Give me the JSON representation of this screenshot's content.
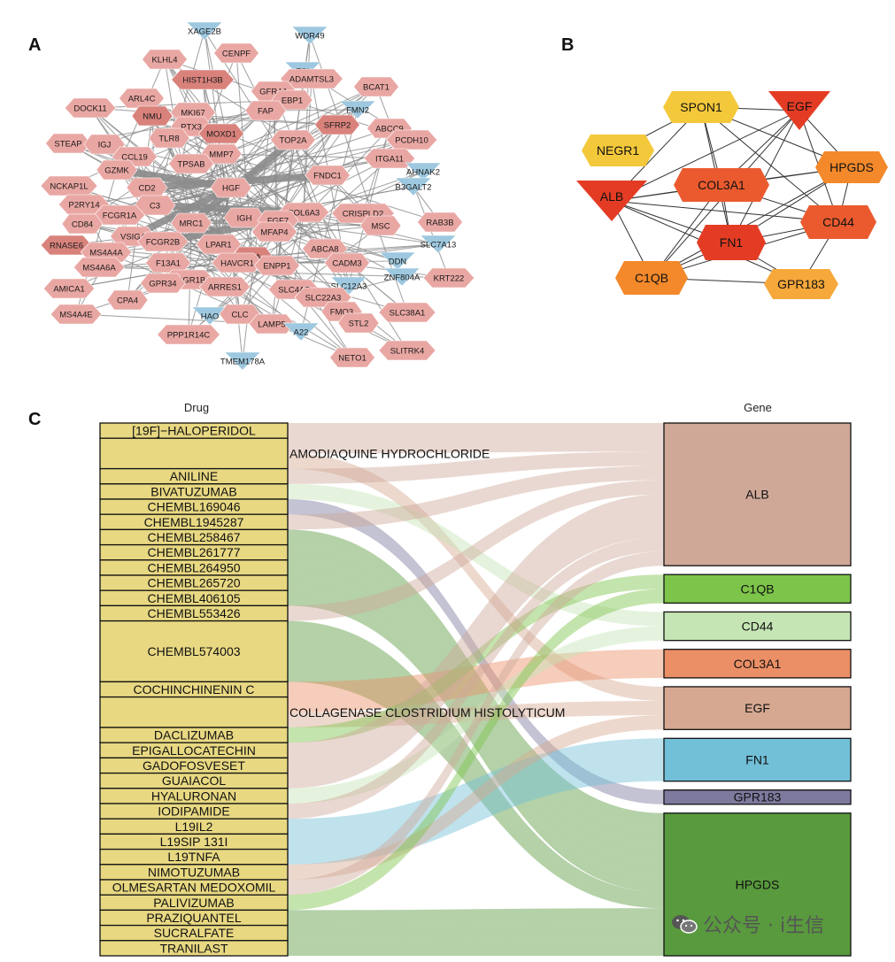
{
  "panel_labels": {
    "a": "A",
    "b": "B",
    "c": "C"
  },
  "watermark": "公众号 · i生信",
  "colors": {
    "hub_red": "#e43c24",
    "hub_orange_red": "#eb5a2e",
    "hub_orange": "#f3892a",
    "hub_light_orange": "#f6a83a",
    "hub_yellow": "#f4c83b",
    "node_pink": "#e9a7a3",
    "node_dark_pink": "#d9827c",
    "node_blue": "#9ec8df",
    "drug_box": "#e8d882",
    "edge_gray": "#8a8a8a"
  },
  "network_a": {
    "nodes": [
      {
        "label": "XAGE2B",
        "type": "blue"
      },
      {
        "label": "WDR49",
        "type": "blue"
      },
      {
        "label": "KLHL4",
        "type": "pink"
      },
      {
        "label": "CENPF",
        "type": "pink"
      },
      {
        "label": "TSI",
        "type": "blue"
      },
      {
        "label": "HIST1H3B",
        "type": "dark"
      },
      {
        "label": "ADAMTSL3",
        "type": "pink"
      },
      {
        "label": "BCAT1",
        "type": "pink"
      },
      {
        "label": "ARL4C",
        "type": "pink"
      },
      {
        "label": "GFRA1",
        "type": "pink"
      },
      {
        "label": "EBP1",
        "type": "pink"
      },
      {
        "label": "DOCK11",
        "type": "pink"
      },
      {
        "label": "NMU",
        "type": "dark"
      },
      {
        "label": "MKI67",
        "type": "pink"
      },
      {
        "label": "FAP",
        "type": "pink"
      },
      {
        "label": "FMN2",
        "type": "blue"
      },
      {
        "label": "PTX3",
        "type": "pink"
      },
      {
        "label": "MOXD1",
        "type": "dark"
      },
      {
        "label": "SFRP2",
        "type": "dark"
      },
      {
        "label": "ABCC9",
        "type": "pink"
      },
      {
        "label": "TLR8",
        "type": "pink"
      },
      {
        "label": "TOP2A",
        "type": "pink"
      },
      {
        "label": "PCDH10",
        "type": "pink"
      },
      {
        "label": "STEAP",
        "type": "pink"
      },
      {
        "label": "IGJ",
        "type": "pink"
      },
      {
        "label": "CCL19",
        "type": "pink"
      },
      {
        "label": "MMP7",
        "type": "pink"
      },
      {
        "label": "ITGA11",
        "type": "pink"
      },
      {
        "label": "GZMK",
        "type": "pink"
      },
      {
        "label": "TPSAB",
        "type": "pink"
      },
      {
        "label": "AHNAK2",
        "type": "blue"
      },
      {
        "label": "NCKAP1L",
        "type": "pink"
      },
      {
        "label": "CD2",
        "type": "pink"
      },
      {
        "label": "HGF",
        "type": "pink"
      },
      {
        "label": "FNDC1",
        "type": "pink"
      },
      {
        "label": "B3GALT2",
        "type": "blue"
      },
      {
        "label": "P2RY14",
        "type": "pink"
      },
      {
        "label": "C3",
        "type": "pink"
      },
      {
        "label": "COL6A3",
        "type": "pink"
      },
      {
        "label": "CRISPLD2",
        "type": "pink"
      },
      {
        "label": "FCGR1A",
        "type": "pink"
      },
      {
        "label": "MRC1",
        "type": "pink"
      },
      {
        "label": "IGH",
        "type": "pink"
      },
      {
        "label": "FGF7",
        "type": "pink"
      },
      {
        "label": "RAB3B",
        "type": "pink"
      },
      {
        "label": "CD84",
        "type": "pink"
      },
      {
        "label": "MSC",
        "type": "pink"
      },
      {
        "label": "RNASE6",
        "type": "dark"
      },
      {
        "label": "VSIG4",
        "type": "pink"
      },
      {
        "label": "FCGR2B",
        "type": "pink"
      },
      {
        "label": "LPAR1",
        "type": "pink"
      },
      {
        "label": "MFAP4",
        "type": "pink"
      },
      {
        "label": "SLC7A13",
        "type": "blue"
      },
      {
        "label": "MS4A4A",
        "type": "pink"
      },
      {
        "label": "FGA",
        "type": "dark"
      },
      {
        "label": "ABCA8",
        "type": "pink"
      },
      {
        "label": "DDN",
        "type": "blue"
      },
      {
        "label": "F13A1",
        "type": "pink"
      },
      {
        "label": "HAVCR1",
        "type": "pink"
      },
      {
        "label": "ENPP1",
        "type": "pink"
      },
      {
        "label": "CADM3",
        "type": "pink"
      },
      {
        "label": "MS4A6A",
        "type": "pink"
      },
      {
        "label": "FCGR1B",
        "type": "pink"
      },
      {
        "label": "ZNF804A",
        "type": "blue"
      },
      {
        "label": "KRT222",
        "type": "pink"
      },
      {
        "label": "AMICA1",
        "type": "pink"
      },
      {
        "label": "GPR34",
        "type": "pink"
      },
      {
        "label": "ARRES1",
        "type": "pink"
      },
      {
        "label": "SLC4A7",
        "type": "pink"
      },
      {
        "label": "SLC12A3",
        "type": "blue"
      },
      {
        "label": "CPA4",
        "type": "pink"
      },
      {
        "label": "SLC22A3",
        "type": "pink"
      },
      {
        "label": "MS4A4E",
        "type": "pink"
      },
      {
        "label": "HAO",
        "type": "blue"
      },
      {
        "label": "CLC",
        "type": "pink"
      },
      {
        "label": "FMO3",
        "type": "pink"
      },
      {
        "label": "SLC38A1",
        "type": "pink"
      },
      {
        "label": "LAMP5",
        "type": "pink"
      },
      {
        "label": "A22",
        "type": "blue"
      },
      {
        "label": "STL2",
        "type": "pink"
      },
      {
        "label": "PPP1R14C",
        "type": "pink"
      },
      {
        "label": "NETO1",
        "type": "pink"
      },
      {
        "label": "SLITRK4",
        "type": "pink"
      },
      {
        "label": "TMEM178A",
        "type": "blue"
      }
    ]
  },
  "network_b": {
    "nodes": [
      {
        "label": "SPON1",
        "shape": "hex",
        "color": "#f4c83b"
      },
      {
        "label": "EGF",
        "shape": "tri",
        "color": "#e43c24"
      },
      {
        "label": "NEGR1",
        "shape": "hex",
        "color": "#f4c83b"
      },
      {
        "label": "HPGDS",
        "shape": "hex",
        "color": "#f3892a"
      },
      {
        "label": "COL3A1",
        "shape": "hex",
        "color": "#eb5a2e"
      },
      {
        "label": "ALB",
        "shape": "tri",
        "color": "#e43c24"
      },
      {
        "label": "CD44",
        "shape": "hex",
        "color": "#eb5a2e"
      },
      {
        "label": "FN1",
        "shape": "hex",
        "color": "#e43c24"
      },
      {
        "label": "C1QB",
        "shape": "hex",
        "color": "#f3892a"
      },
      {
        "label": "GPR183",
        "shape": "hex",
        "color": "#f6a83a"
      }
    ],
    "edges": [
      [
        "SPON1",
        "EGF"
      ],
      [
        "SPON1",
        "NEGR1"
      ],
      [
        "SPON1",
        "ALB"
      ],
      [
        "SPON1",
        "COL3A1"
      ],
      [
        "SPON1",
        "FN1"
      ],
      [
        "SPON1",
        "CD44"
      ],
      [
        "SPON1",
        "HPGDS"
      ],
      [
        "EGF",
        "ALB"
      ],
      [
        "EGF",
        "COL3A1"
      ],
      [
        "EGF",
        "FN1"
      ],
      [
        "EGF",
        "CD44"
      ],
      [
        "EGF",
        "HPGDS"
      ],
      [
        "EGF",
        "C1QB"
      ],
      [
        "HPGDS",
        "ALB"
      ],
      [
        "HPGDS",
        "COL3A1"
      ],
      [
        "HPGDS",
        "FN1"
      ],
      [
        "HPGDS",
        "CD44"
      ],
      [
        "HPGDS",
        "C1QB"
      ],
      [
        "COL3A1",
        "ALB"
      ],
      [
        "COL3A1",
        "FN1"
      ],
      [
        "COL3A1",
        "CD44"
      ],
      [
        "COL3A1",
        "C1QB"
      ],
      [
        "ALB",
        "FN1"
      ],
      [
        "ALB",
        "CD44"
      ],
      [
        "ALB",
        "C1QB"
      ],
      [
        "CD44",
        "FN1"
      ],
      [
        "CD44",
        "C1QB"
      ],
      [
        "CD44",
        "GPR183"
      ],
      [
        "FN1",
        "C1QB"
      ],
      [
        "FN1",
        "GPR183"
      ],
      [
        "C1QB",
        "GPR183"
      ],
      [
        "ALB",
        "GPR183"
      ]
    ]
  },
  "sankey": {
    "drug_header": "Drug",
    "gene_header": "Gene",
    "drugs": [
      {
        "label": "[19F]−HALOPERIDOL",
        "size": 1
      },
      {
        "label": "AMODIAQUINE HYDROCHLORIDE",
        "size": 2,
        "overflow": true
      },
      {
        "label": "ANILINE",
        "size": 1
      },
      {
        "label": "BIVATUZUMAB",
        "size": 1
      },
      {
        "label": "CHEMBL169046",
        "size": 1
      },
      {
        "label": "CHEMBL1945287",
        "size": 1
      },
      {
        "label": "CHEMBL258467",
        "size": 1
      },
      {
        "label": "CHEMBL261777",
        "size": 1
      },
      {
        "label": "CHEMBL264950",
        "size": 1
      },
      {
        "label": "CHEMBL265720",
        "size": 1
      },
      {
        "label": "CHEMBL406105",
        "size": 1
      },
      {
        "label": "CHEMBL553426",
        "size": 1
      },
      {
        "label": "CHEMBL574003",
        "size": 4
      },
      {
        "label": "COCHINCHINENIN C",
        "size": 1
      },
      {
        "label": "COLLAGENASE CLOSTRIDIUM HISTOLYTICUM",
        "size": 2,
        "overflow": true
      },
      {
        "label": "DACLIZUMAB",
        "size": 1
      },
      {
        "label": "EPIGALLOCATECHIN",
        "size": 1
      },
      {
        "label": "GADOFOSVESET",
        "size": 1
      },
      {
        "label": "GUAIACOL",
        "size": 1
      },
      {
        "label": "HYALURONAN",
        "size": 1
      },
      {
        "label": "IODIPAMIDE",
        "size": 1
      },
      {
        "label": "L19IL2",
        "size": 1
      },
      {
        "label": "L19SIP 131I",
        "size": 1
      },
      {
        "label": "L19TNFA",
        "size": 1
      },
      {
        "label": "NIMOTUZUMAB",
        "size": 1
      },
      {
        "label": "OLMESARTAN MEDOXOMIL",
        "size": 1
      },
      {
        "label": "PALIVIZUMAB",
        "size": 1
      },
      {
        "label": "PRAZIQUANTEL",
        "size": 1
      },
      {
        "label": "SUCRALFATE",
        "size": 1
      },
      {
        "label": "TRANILAST",
        "size": 1
      }
    ],
    "genes": [
      {
        "label": "ALB",
        "size": 10,
        "color": "#cfa898"
      },
      {
        "label": "C1QB",
        "size": 2,
        "color": "#7dc44a"
      },
      {
        "label": "CD44",
        "size": 2,
        "color": "#c5e5b5"
      },
      {
        "label": "COL3A1",
        "size": 2,
        "color": "#eb8f66"
      },
      {
        "label": "EGF",
        "size": 3,
        "color": "#d6a891"
      },
      {
        "label": "FN1",
        "size": 3,
        "color": "#72bfd8"
      },
      {
        "label": "GPR183",
        "size": 1,
        "color": "#7d7a9e"
      },
      {
        "label": "HPGDS",
        "size": 10,
        "color": "#589a3d"
      }
    ],
    "links": [
      {
        "drug": "[19F]−HALOPERIDOL",
        "gene": "ALB"
      },
      {
        "drug": "AMODIAQUINE HYDROCHLORIDE",
        "gene": "ALB"
      },
      {
        "drug": "AMODIAQUINE HYDROCHLORIDE",
        "gene": "EGF"
      },
      {
        "drug": "ANILINE",
        "gene": "ALB"
      },
      {
        "drug": "BIVATUZUMAB",
        "gene": "CD44"
      },
      {
        "drug": "CHEMBL169046",
        "gene": "GPR183"
      },
      {
        "drug": "CHEMBL1945287",
        "gene": "ALB"
      },
      {
        "drug": "CHEMBL258467",
        "gene": "HPGDS"
      },
      {
        "drug": "CHEMBL261777",
        "gene": "HPGDS"
      },
      {
        "drug": "CHEMBL264950",
        "gene": "HPGDS"
      },
      {
        "drug": "CHEMBL265720",
        "gene": "HPGDS"
      },
      {
        "drug": "CHEMBL406105",
        "gene": "HPGDS"
      },
      {
        "drug": "CHEMBL553426",
        "gene": "ALB"
      },
      {
        "drug": "CHEMBL574003",
        "gene": "HPGDS"
      },
      {
        "drug": "COCHINCHINENIN C",
        "gene": "COL3A1"
      },
      {
        "drug": "COLLAGENASE CLOSTRIDIUM HISTOLYTICUM",
        "gene": "COL3A1"
      },
      {
        "drug": "COLLAGENASE CLOSTRIDIUM HISTOLYTICUM",
        "gene": "EGF"
      },
      {
        "drug": "DACLIZUMAB",
        "gene": "C1QB"
      },
      {
        "drug": "EPIGALLOCATECHIN",
        "gene": "ALB"
      },
      {
        "drug": "GADOFOSVESET",
        "gene": "ALB"
      },
      {
        "drug": "GUAIACOL",
        "gene": "ALB"
      },
      {
        "drug": "HYALURONAN",
        "gene": "CD44"
      },
      {
        "drug": "IODIPAMIDE",
        "gene": "ALB"
      },
      {
        "drug": "L19IL2",
        "gene": "FN1"
      },
      {
        "drug": "L19SIP 131I",
        "gene": "FN1"
      },
      {
        "drug": "L19TNFA",
        "gene": "FN1"
      },
      {
        "drug": "NIMOTUZUMAB",
        "gene": "EGF"
      },
      {
        "drug": "OLMESARTAN MEDOXOMIL",
        "gene": "ALB"
      },
      {
        "drug": "PALIVIZUMAB",
        "gene": "C1QB"
      },
      {
        "drug": "PRAZIQUANTEL",
        "gene": "HPGDS"
      },
      {
        "drug": "SUCRALFATE",
        "gene": "HPGDS"
      },
      {
        "drug": "TRANILAST",
        "gene": "HPGDS"
      }
    ]
  }
}
